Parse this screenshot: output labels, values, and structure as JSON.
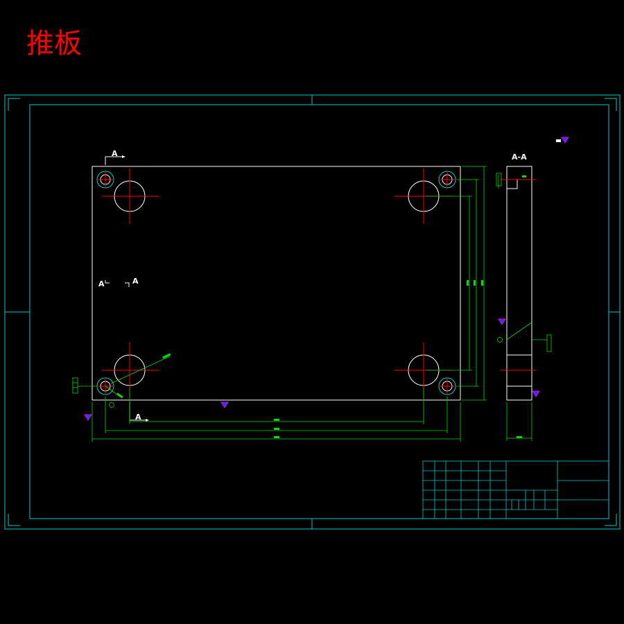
{
  "drawing": {
    "title": "推板",
    "title_color": "#ff0000"
  },
  "section_marks": {
    "view_label": "A-A",
    "top_label": "A",
    "bottom_label": "A",
    "mid_left_label": "A",
    "mid_right_label": "A"
  },
  "colors": {
    "frame": "#00cccc",
    "outline": "#ffffff",
    "centerline": "#ff0000",
    "dimension": "#00dd00",
    "roughness": "#ff00ff"
  }
}
